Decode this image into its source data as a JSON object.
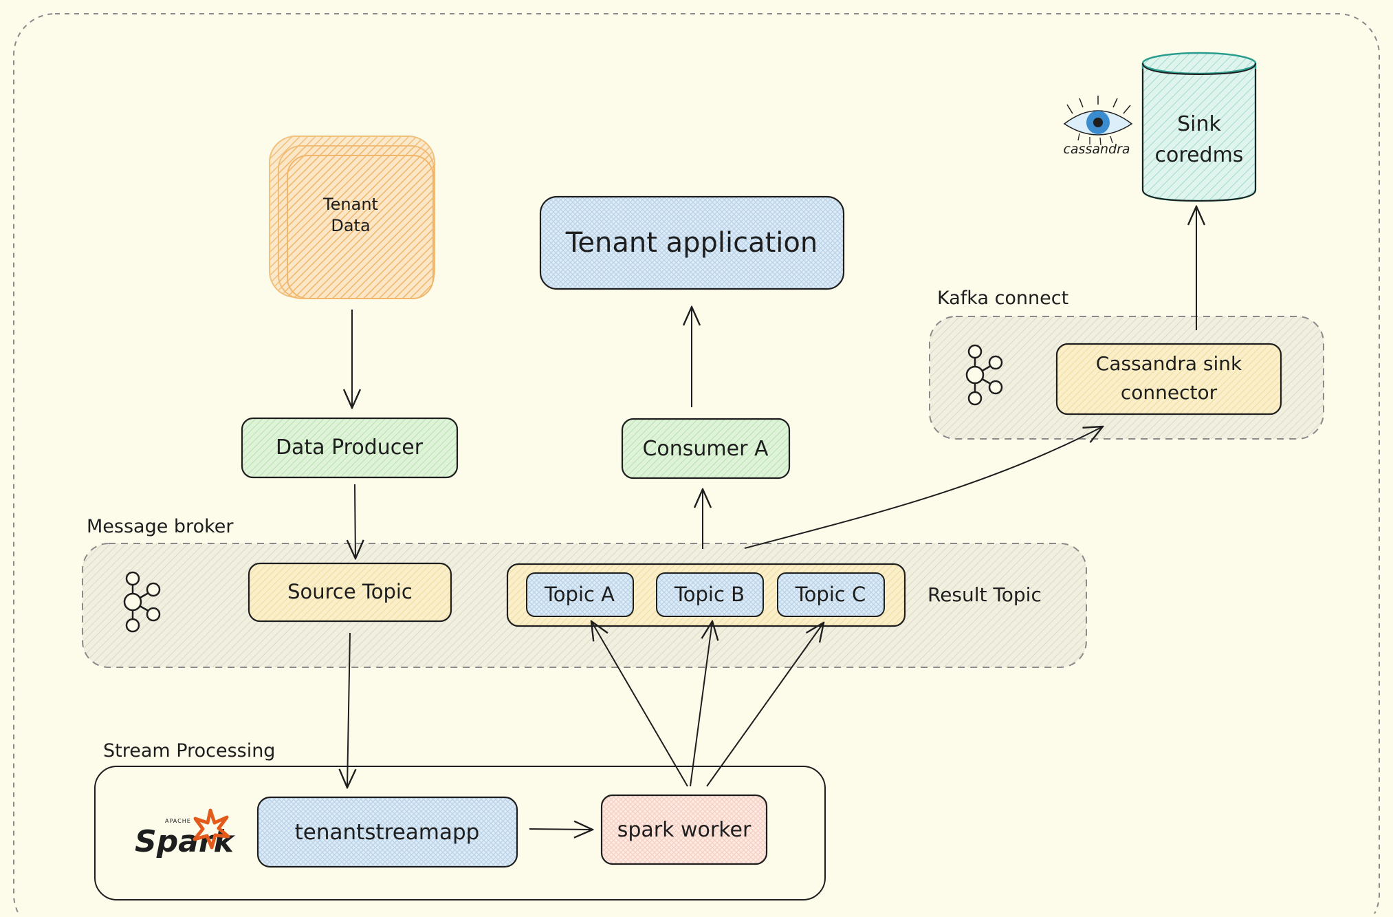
{
  "colors": {
    "background": "#fdfbea",
    "stroke": "#1e1e1e",
    "orange": "#f5c98a",
    "green": "#c9ebc4",
    "blue": "#cfe3f2",
    "yellow": "#f7e8b5",
    "pink": "#fde0d6",
    "teal": "#c3ebe3",
    "group": "#e8e6d8",
    "spark_orange": "#e25a1c",
    "cassandra_blue": "#3b8ccf"
  },
  "labels": {
    "message_broker": "Message broker",
    "kafka_connect": "Kafka connect",
    "stream_processing": "Stream Processing",
    "result_topic": "Result Topic"
  },
  "nodes": {
    "tenant_data_line1": "Tenant",
    "tenant_data_line2": "Data",
    "tenant_application": "Tenant application",
    "data_producer": "Data Producer",
    "consumer_a": "Consumer A",
    "source_topic": "Source Topic",
    "topic_a": "Topic A",
    "topic_b": "Topic B",
    "topic_c": "Topic C",
    "cassandra_sink_line1": "Cassandra sink",
    "cassandra_sink_line2": "connector",
    "sink_line1": "Sink",
    "sink_line2": "coredms",
    "tenantstreamapp": "tenantstreamapp",
    "spark_worker": "spark worker"
  },
  "logos": {
    "cassandra": "cassandra",
    "spark_apache": "APACHE",
    "spark": "Spark",
    "kafka_icon": "kafka-icon"
  }
}
